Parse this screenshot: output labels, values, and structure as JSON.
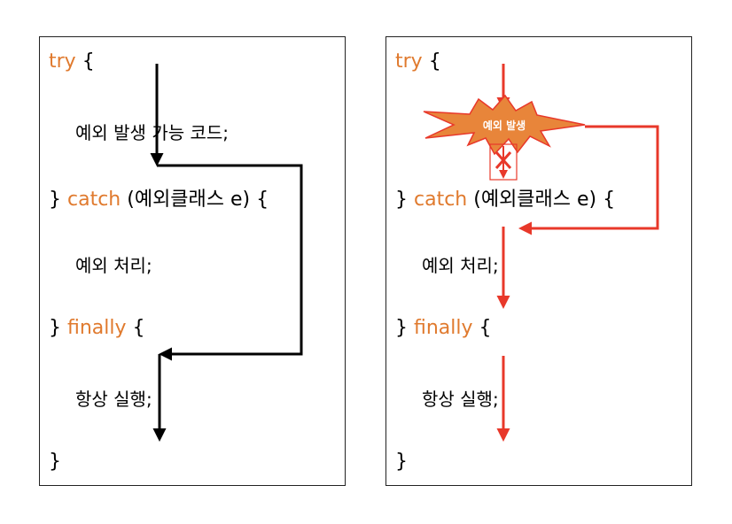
{
  "colors": {
    "keyword": "#e07a2e",
    "black_flow": "#000000",
    "red_flow": "#e8382a",
    "burst_fill": "#e8853a",
    "burst_stroke": "#e8382a",
    "burst_text": "#ffffff"
  },
  "left": {
    "try_kw": "try",
    "try_brace": " {",
    "stmt1": "예외 발생 가능 코드;",
    "catch_open": "} ",
    "catch_kw": "catch",
    "catch_args": " (예외클래스 e) {",
    "stmt2": "예외 처리;",
    "finally_open": "} ",
    "finally_kw": "finally",
    "finally_brace": " {",
    "stmt3": "항상 실행;",
    "close": "}"
  },
  "right": {
    "try_kw": "try",
    "try_brace": " {",
    "burst_label": "예외 발생",
    "catch_open": "} ",
    "catch_kw": "catch",
    "catch_args": " (예외클래스 e) {",
    "stmt2": "예외 처리;",
    "finally_open": "} ",
    "finally_kw": "finally",
    "finally_brace": " {",
    "stmt3": "항상 실행;",
    "close": "}"
  }
}
